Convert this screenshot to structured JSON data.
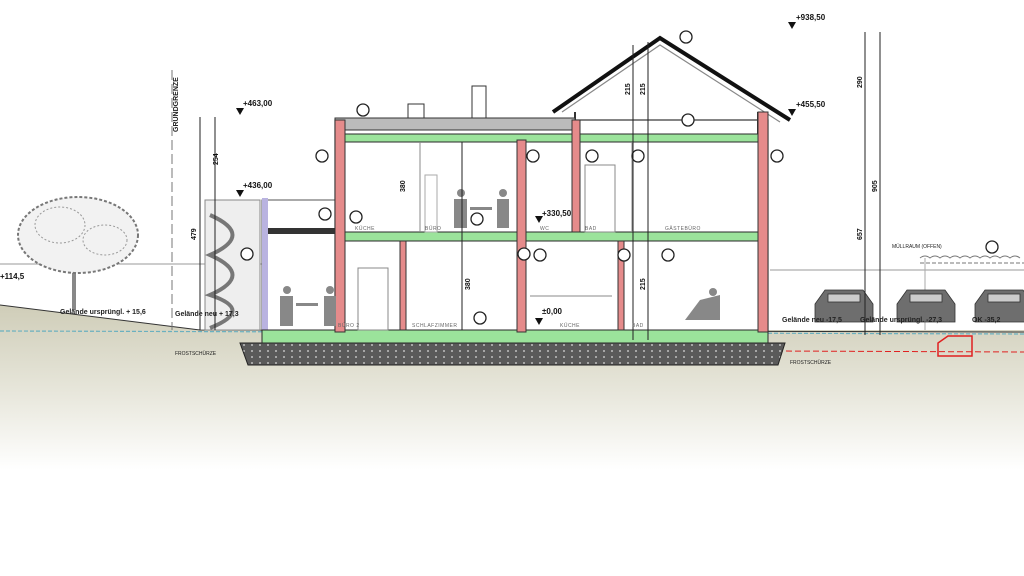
{
  "drawing": {
    "property_line": "GRUNDGRENZE",
    "levels": {
      "left_top": "+463,00",
      "left_terrace": "+436,00",
      "ridge": "+938,50",
      "eave": "+455,50",
      "upper_floor": "+330,50",
      "ground_floor": "±0,00",
      "left_edge": "+114,5"
    },
    "terrain": {
      "left_original": "Gelände ursprüngl. + 15,6",
      "left_new": "Gelände neu + 17,3",
      "right_new": "Gelände neu -17,5",
      "right_original": "Gelände ursprüngl. -27,3",
      "right_ok": "OK -35,2"
    },
    "dimensions": {
      "left_a": "479",
      "left_b": "254",
      "roof_a": "215",
      "roof_b": "215",
      "right_a": "290",
      "right_b": "905",
      "right_c": "657",
      "room_upper": "380",
      "room_lower": "380",
      "room_lower_b": "215"
    },
    "rooms": {
      "upper": [
        "KÜCHE",
        "BÜRO",
        "WC",
        "BAD",
        "GÄSTEBÜRO"
      ],
      "lower": [
        "BÜRO 2",
        "SCHLAFZIMMER",
        "KÜCHE",
        "BAD"
      ]
    },
    "annotations": {
      "waste_area": "MÜLLRAUM (OFFEN)",
      "foundation_left": "FROSTSCHÜRZE",
      "foundation_right": "FROSTSCHÜRZE"
    },
    "colors": {
      "slab": "#9be39b",
      "wall_red": "#e58b8b",
      "foundation": "#555555",
      "ground": "#d8d6c4",
      "sewer": "#e02020"
    }
  }
}
